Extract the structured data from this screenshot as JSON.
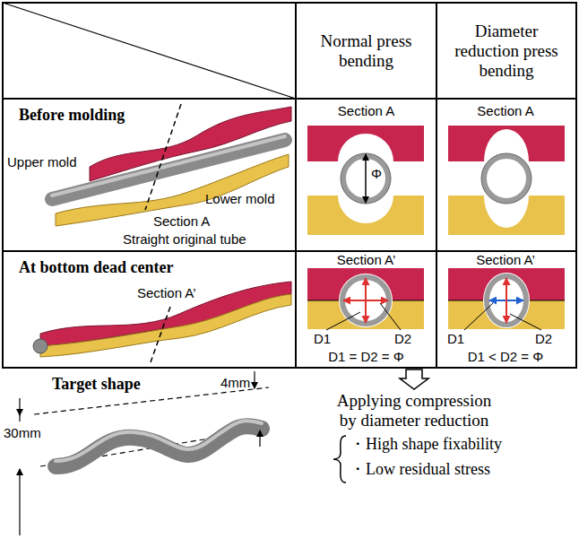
{
  "diagram": {
    "nodes": [
      {
        "text": [
          "Normal press bending"
        ]
      },
      {
        "text": [
          "Diameter reduction press bending"
        ]
      },
      {
        "text": [
          "Before molding",
          "Upper mold",
          "Section A",
          "Lower mold",
          "Straight original tube"
        ]
      },
      {
        "text": [
          "Section A",
          "Φ"
        ]
      },
      {
        "text": [
          "Section A"
        ]
      },
      {
        "text": [
          "At bottom dead center",
          "Section A’"
        ]
      },
      {
        "text": [
          "Section A’",
          "D1",
          "D2",
          "D1 = D2 = Φ"
        ]
      },
      {
        "text": [
          "Section A’",
          "D1",
          "D2",
          "D1 < D2 = Φ"
        ]
      }
    ],
    "labels": [
      "Target shape",
      "30mm",
      "4mm",
      "Applying compression by diameter reduction",
      "・High shape fixability",
      "・Low residual stress"
    ]
  }
}
